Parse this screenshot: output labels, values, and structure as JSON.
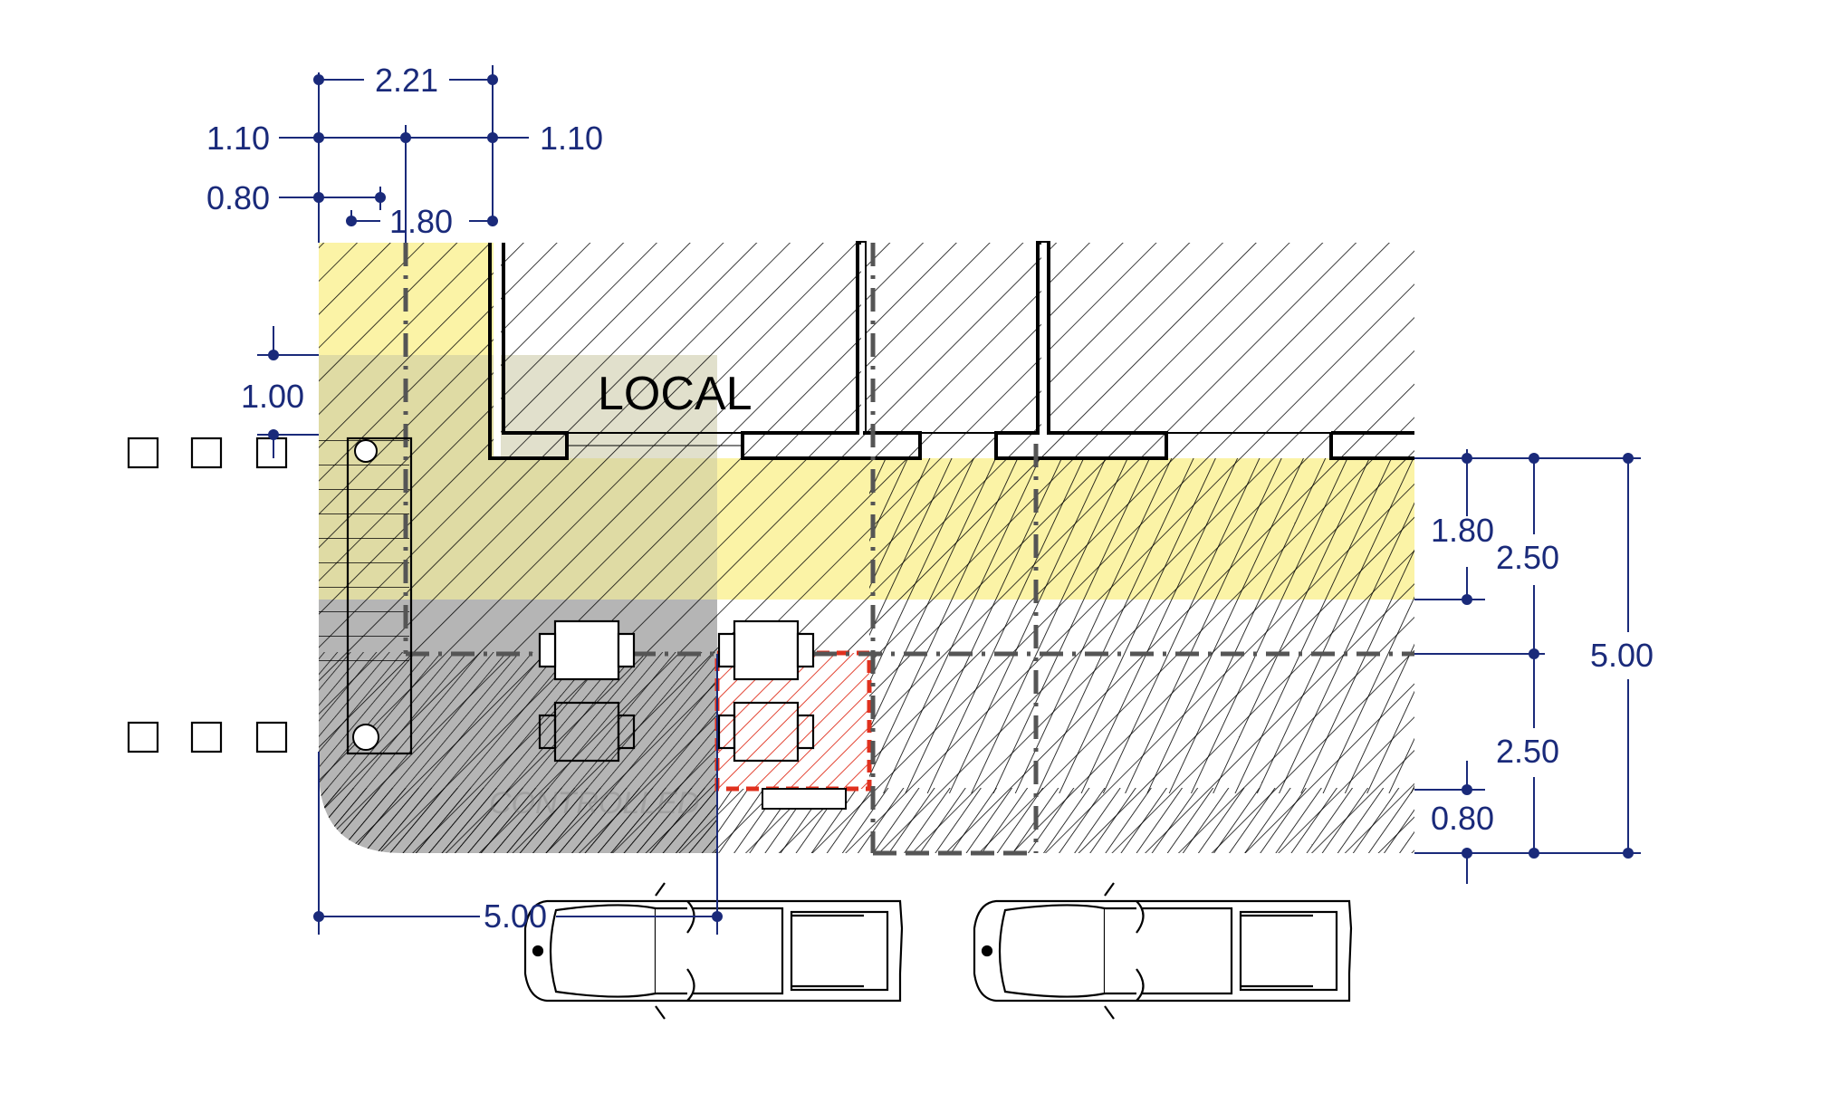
{
  "diagram": {
    "local_label": "LOCAL",
    "faint_label": "CONTROLLED",
    "colors": {
      "dimension": "#1a2a7a",
      "yellow_zone": "#fbf3a6",
      "gray_zone": "#b0b0b0",
      "red_zone": "#e0301e",
      "wall": "#000000",
      "axis": "#555555"
    },
    "dimensions": {
      "top_total": "2.21",
      "top_left": "1.10",
      "top_right": "1.10",
      "top_small": "0.80",
      "top_mid": "1.80",
      "left_small": "1.00",
      "right_inner": "1.80",
      "right_upper": "2.50",
      "right_lower": "2.50",
      "right_total": "5.00",
      "right_bottom": "0.80",
      "bottom_width": "5.00"
    },
    "icons": [
      "bollard-icon",
      "planter-icon",
      "table-with-chairs-icon",
      "car-icon"
    ]
  }
}
